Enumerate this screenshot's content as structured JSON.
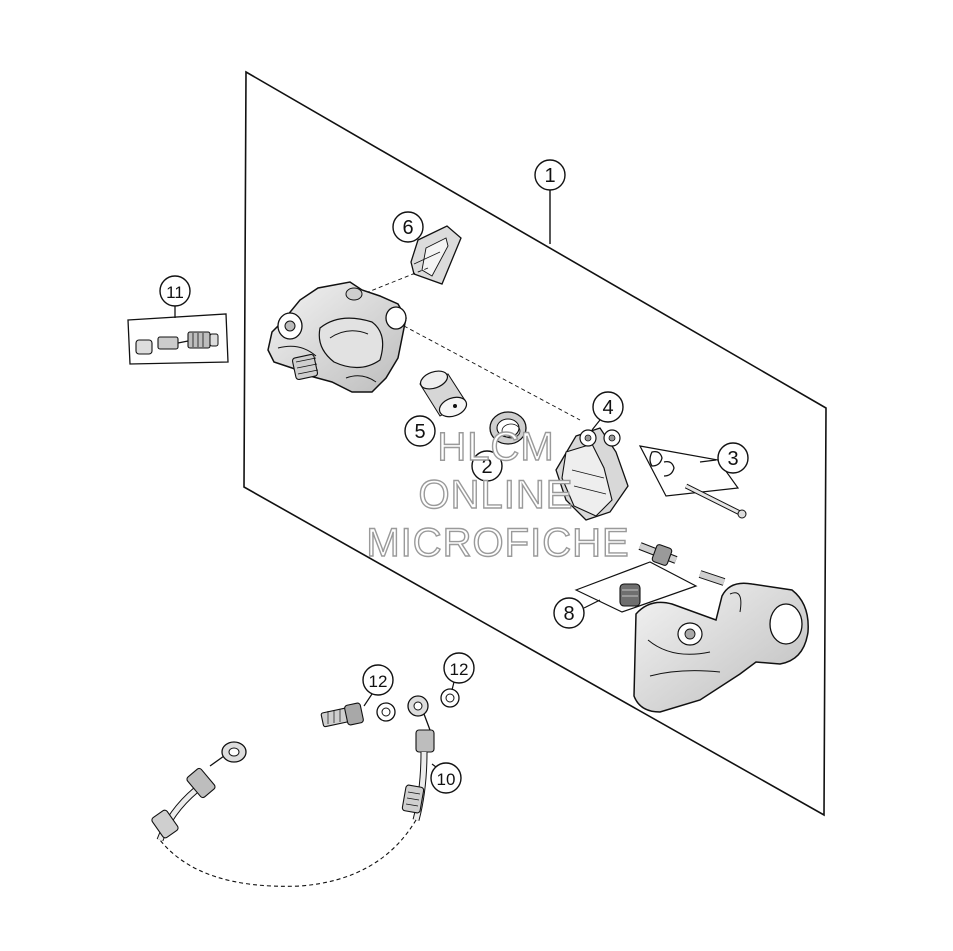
{
  "callouts": {
    "c1": "1",
    "c2": "2",
    "c3": "3",
    "c4": "4",
    "c5": "5",
    "c6": "6",
    "c8": "8",
    "c10": "10",
    "c11": "11",
    "c12a": "12",
    "c12b": "12"
  },
  "watermark": {
    "line1": "HLCM",
    "line2": "ONLINE",
    "line3": "MICROFICHE"
  },
  "colors": {
    "ink": "#111111",
    "part_fill": "#e6e6e6",
    "part_shade": "#bdbdbd",
    "watermark_outline": "#9a9a9a"
  }
}
